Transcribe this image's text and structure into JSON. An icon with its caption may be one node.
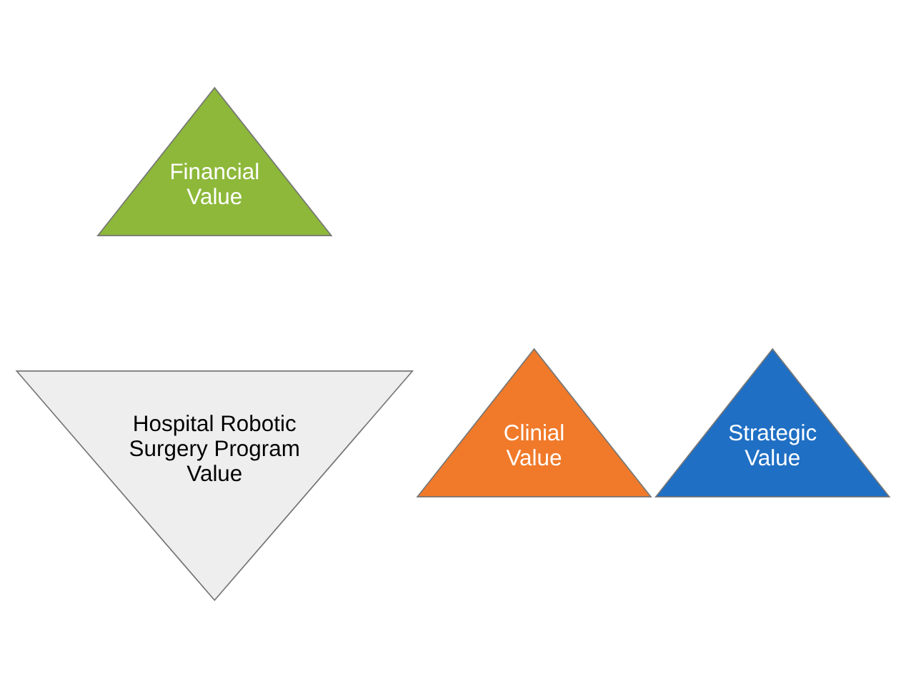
{
  "diagram": {
    "nodes": [
      {
        "text": [
          "Financial Value"
        ]
      },
      {
        "text": [
          "Hospital Robotic Surgery Program Value"
        ]
      },
      {
        "text": [
          "Clinial Value"
        ]
      },
      {
        "text": [
          "Strategic Value"
        ]
      }
    ]
  }
}
